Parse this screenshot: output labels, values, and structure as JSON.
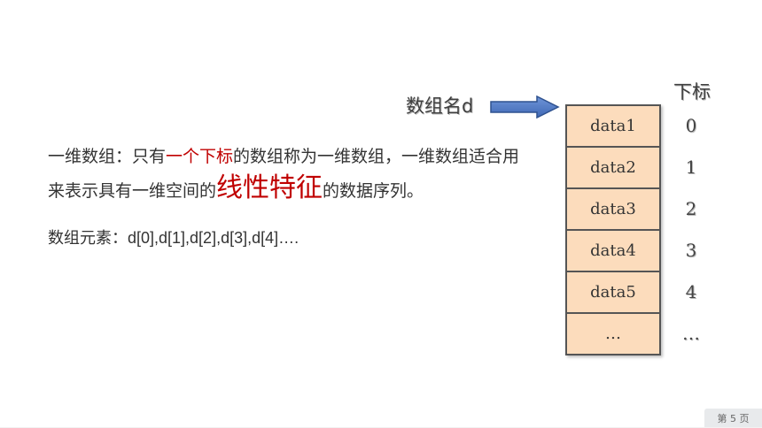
{
  "description": {
    "segments": [
      {
        "text": "一维数组：只有",
        "style": "normal"
      },
      {
        "text": "一个下标",
        "style": "red"
      },
      {
        "text": "的数组称为一维数组，一维数组适合用来表示具有一维空间的",
        "style": "normal"
      },
      {
        "text": "线性特征",
        "style": "big"
      },
      {
        "text": "的数据序列。",
        "style": "normal"
      }
    ]
  },
  "elements": {
    "label": "数组元素：",
    "expression": "d[0],d[1],d[2],d[3],d[4]…."
  },
  "diagram": {
    "array_name": "数组名d",
    "index_title": "下标",
    "cells": [
      "data1",
      "data2",
      "data3",
      "data4",
      "data5",
      "…"
    ],
    "indices": [
      "0",
      "1",
      "2",
      "3",
      "4",
      "…"
    ],
    "colors": {
      "cell_fill": "#fcdcbc",
      "arrow_fill": "#4472c4",
      "emphasis": "#c00000"
    }
  },
  "footer": {
    "page_label": "第 5 页"
  }
}
